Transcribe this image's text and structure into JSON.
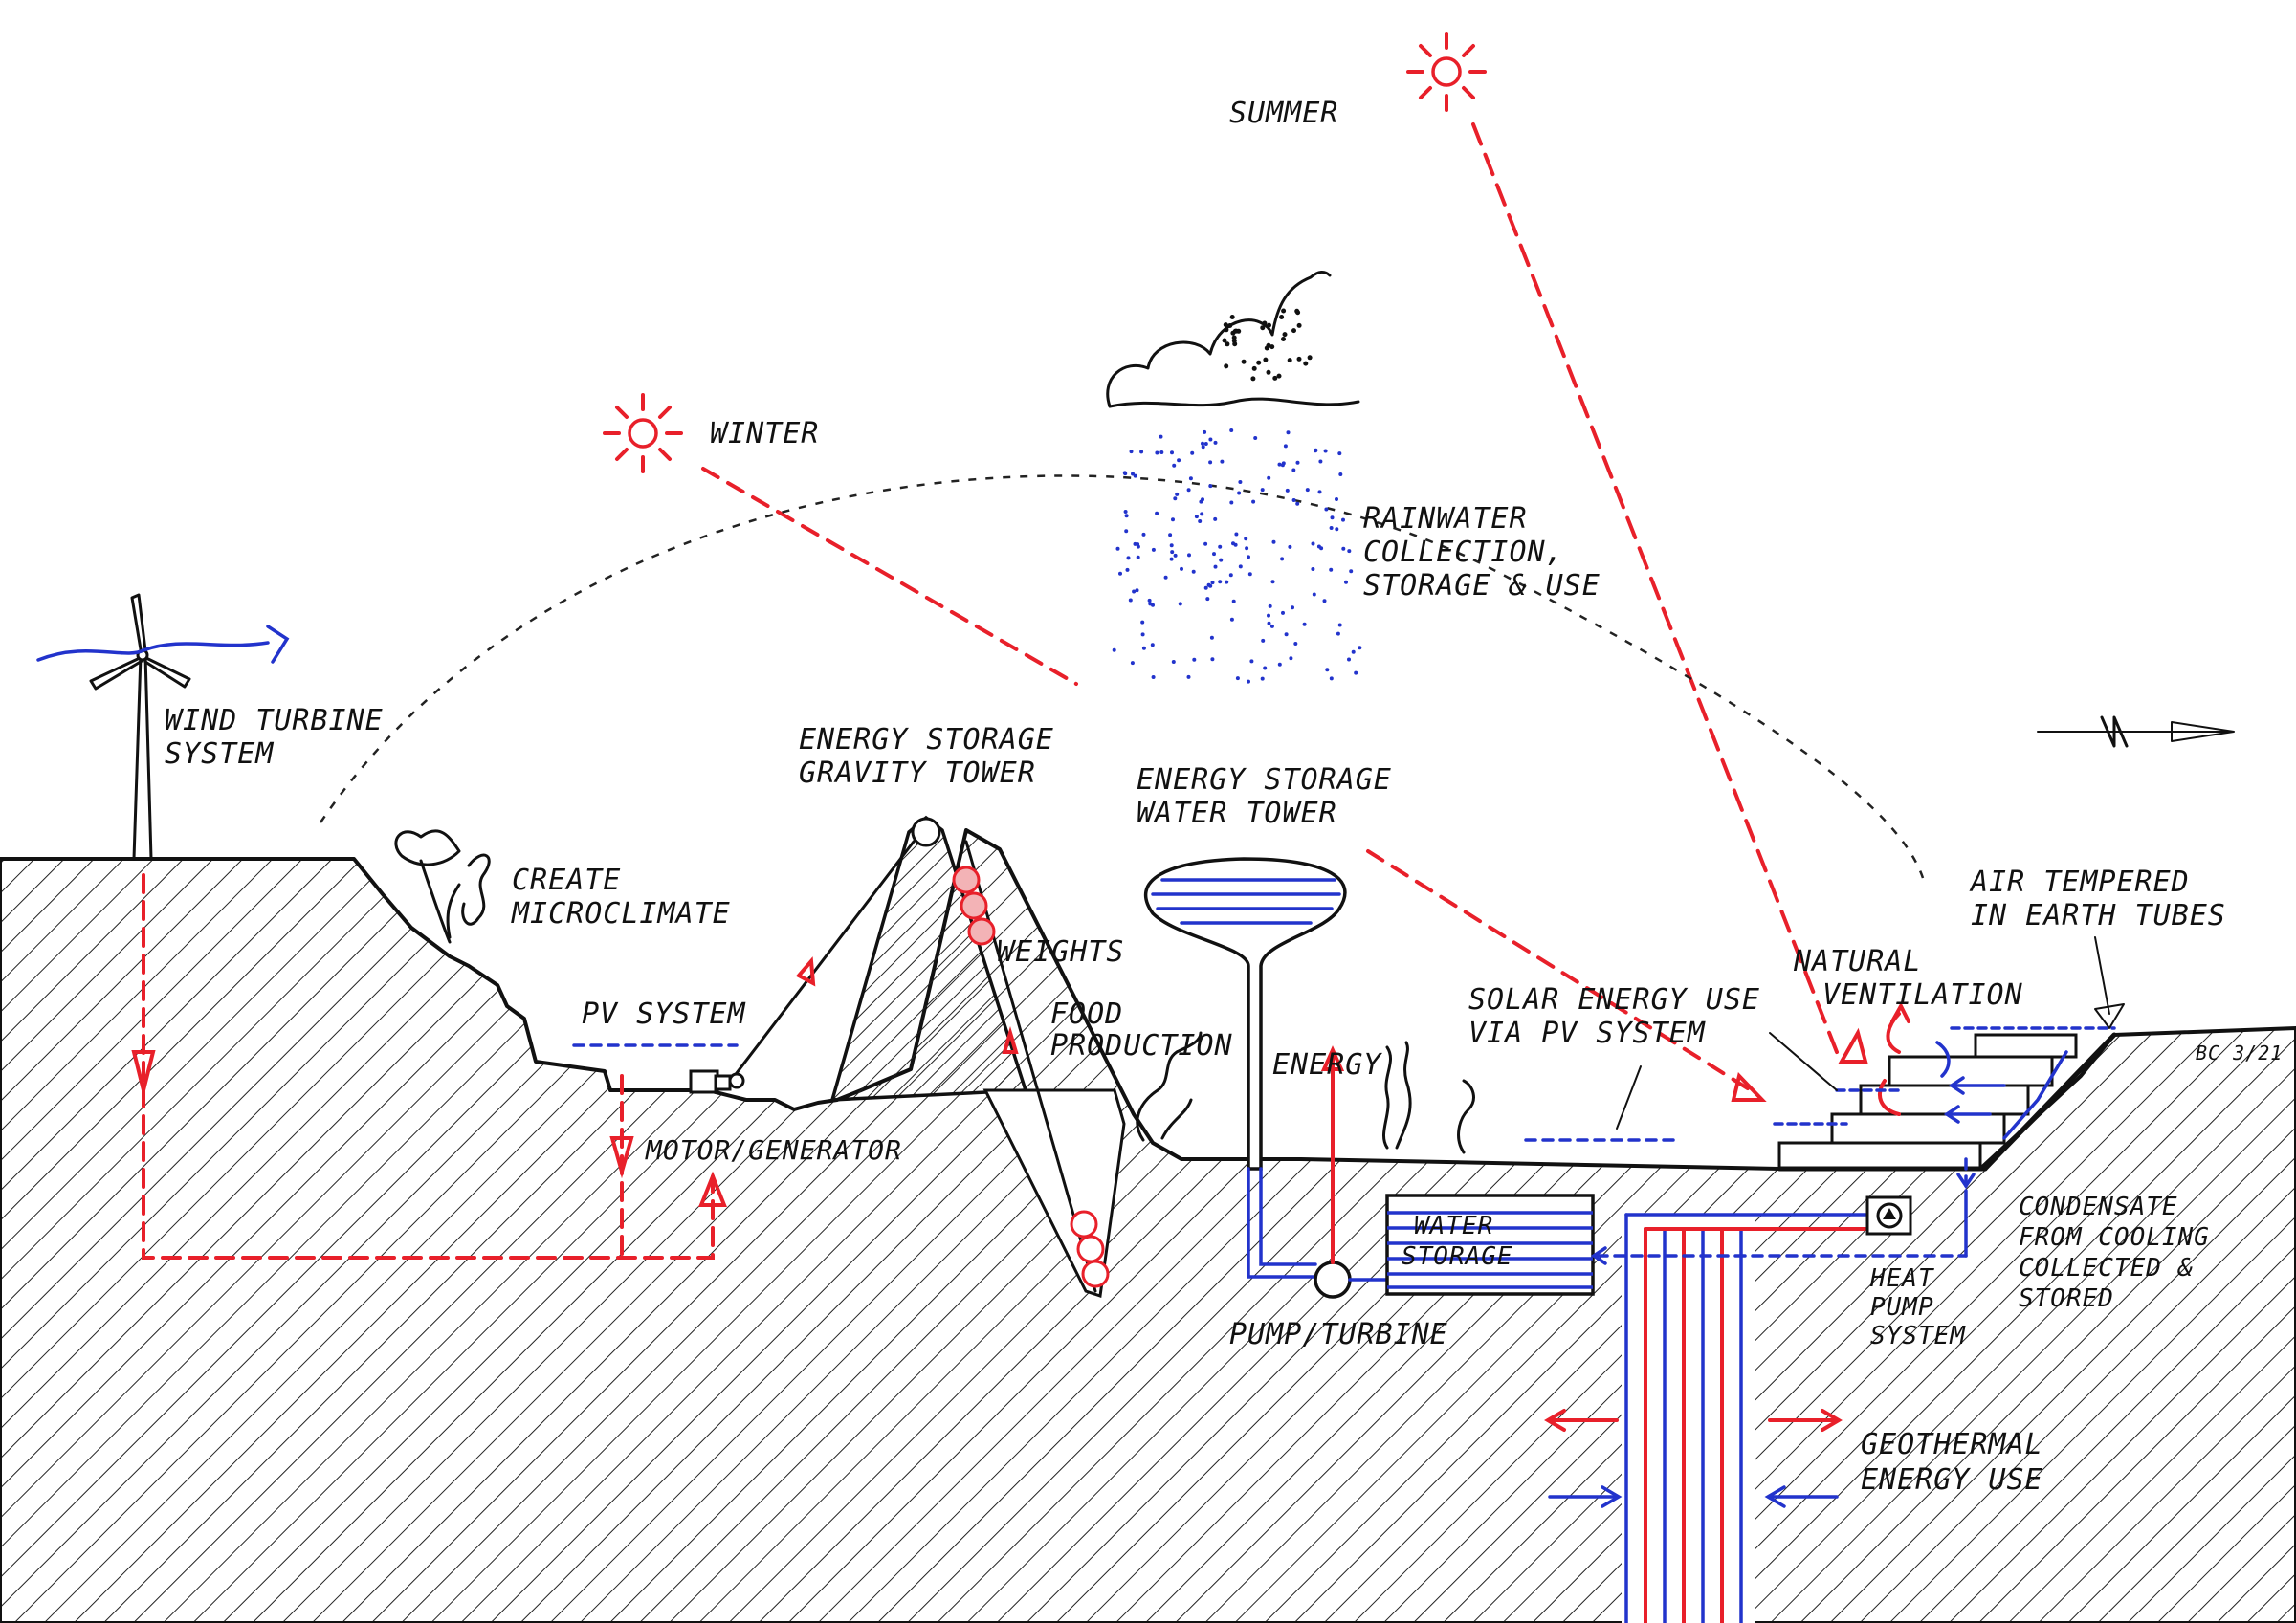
{
  "labels": {
    "summer": "SUMMER",
    "winter": "WINTER",
    "rainwater_1": "RAINWATER",
    "rainwater_2": "COLLECTION,",
    "rainwater_3": "STORAGE & USE",
    "wind_1": "WIND TURBINE",
    "wind_2": "SYSTEM",
    "gravity_1": "ENERGY STORAGE",
    "gravity_2": "GRAVITY TOWER",
    "watertower_1": "ENERGY STORAGE",
    "watertower_2": "WATER TOWER",
    "microclimate_1": "CREATE",
    "microclimate_2": "MICROCLIMATE",
    "pv_system": "PV SYSTEM",
    "motor": "MOTOR/GENERATOR",
    "weights": "WEIGHTS",
    "food_1": "FOOD",
    "food_2": "PRODUCTION",
    "energy": "ENERGY",
    "water_storage_1": "WATER",
    "water_storage_2": "STORAGE",
    "pump": "PUMP/TURBINE",
    "solar_1": "SOLAR ENERGY USE",
    "solar_2": "VIA PV SYSTEM",
    "natural_1": "NATURAL",
    "natural_2": "VENTILATION",
    "air_1": "AIR TEMPERED",
    "air_2": "IN EARTH TUBES",
    "condensate_1": "CONDENSATE",
    "condensate_2": "FROM COOLING",
    "condensate_3": "COLLECTED &",
    "condensate_4": "STORED",
    "heatpump_1": "HEAT",
    "heatpump_2": "PUMP",
    "heatpump_3": "SYSTEM",
    "geo_1": "GEOTHERMAL",
    "geo_2": "ENERGY USE",
    "signature": "BC 3/21"
  },
  "colors": {
    "ink": "#111111",
    "red": "#e8202a",
    "blue": "#2233cc"
  }
}
